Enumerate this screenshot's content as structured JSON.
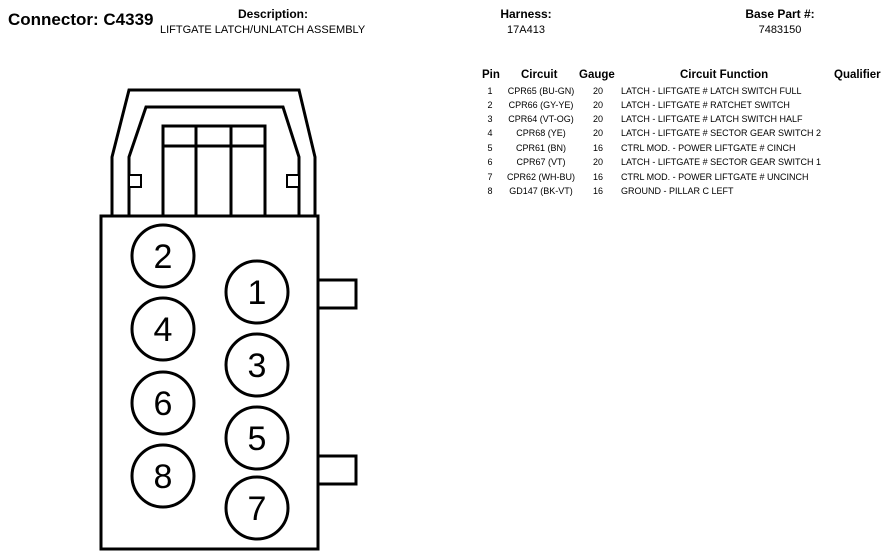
{
  "header": {
    "connector_label": "Connector: C4339",
    "description_label": "Description:",
    "description_value": "LIFTGATE LATCH/UNLATCH ASSEMBLY",
    "harness_label": "Harness:",
    "harness_value": "17A413",
    "base_part_label": "Base Part #:",
    "base_part_value": "7483150"
  },
  "table": {
    "columns": [
      "Pin",
      "Circuit",
      "Gauge",
      "Circuit Function",
      "Qualifier"
    ],
    "rows": [
      {
        "pin": "1",
        "circuit": "CPR65 (BU-GN)",
        "gauge": "20",
        "function": "LATCH - LIFTGATE # LATCH SWITCH FULL"
      },
      {
        "pin": "2",
        "circuit": "CPR66 (GY-YE)",
        "gauge": "20",
        "function": "LATCH - LIFTGATE # RATCHET SWITCH"
      },
      {
        "pin": "3",
        "circuit": "CPR64 (VT-OG)",
        "gauge": "20",
        "function": "LATCH - LIFTGATE # LATCH SWITCH HALF"
      },
      {
        "pin": "4",
        "circuit": "CPR68 (YE)",
        "gauge": "20",
        "function": "LATCH - LIFTGATE # SECTOR GEAR SWITCH 2"
      },
      {
        "pin": "5",
        "circuit": "CPR61 (BN)",
        "gauge": "16",
        "function": "CTRL MOD. - POWER LIFTGATE # CINCH"
      },
      {
        "pin": "6",
        "circuit": "CPR67 (VT)",
        "gauge": "20",
        "function": "LATCH - LIFTGATE # SECTOR GEAR SWITCH 1"
      },
      {
        "pin": "7",
        "circuit": "CPR62 (WH-BU)",
        "gauge": "16",
        "function": "CTRL MOD. - POWER LIFTGATE # UNCINCH"
      },
      {
        "pin": "8",
        "circuit": "GD147 (BK-VT)",
        "gauge": "16",
        "function": "GROUND - PILLAR C LEFT"
      }
    ]
  },
  "connector": {
    "pins": [
      "1",
      "2",
      "3",
      "4",
      "5",
      "6",
      "7",
      "8"
    ]
  }
}
